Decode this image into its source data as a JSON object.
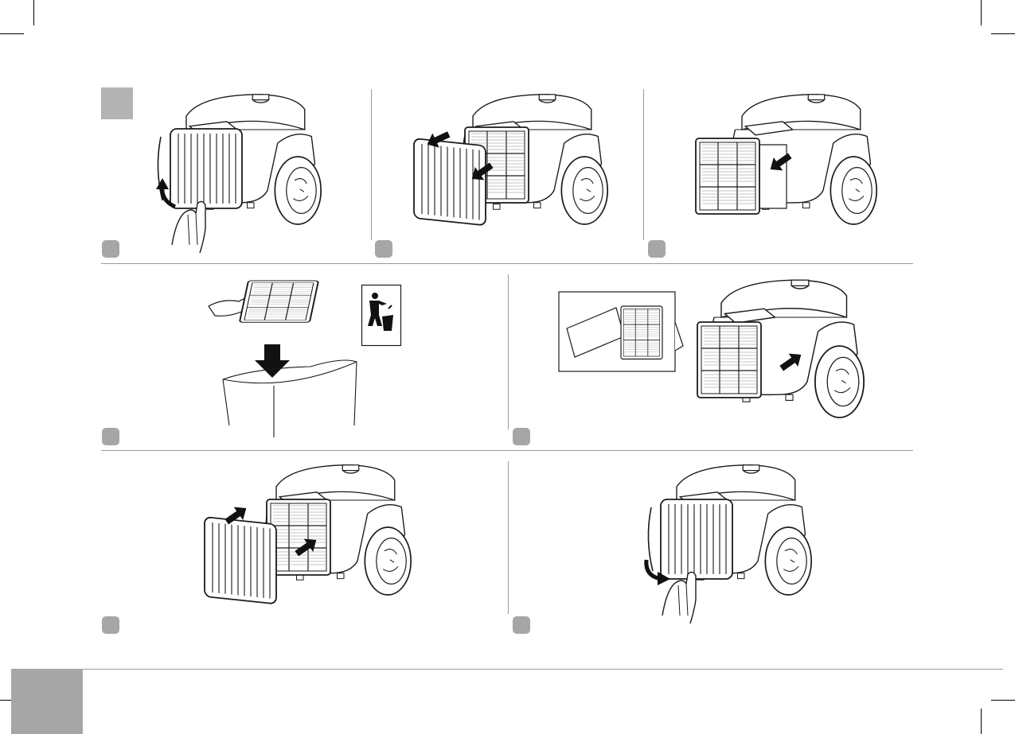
{
  "document": {
    "type": "instruction-manual-page",
    "steps": [
      {
        "id": 1,
        "icons": [
          "hand-icon",
          "curved-arrow-icon"
        ]
      },
      {
        "id": 2,
        "icons": [
          "straight-arrow-icon",
          "straight-arrow-icon"
        ]
      },
      {
        "id": 3,
        "icons": [
          "straight-arrow-icon"
        ]
      },
      {
        "id": 4,
        "icons": [
          "hand-icon",
          "down-arrow-icon",
          "waste-bin-icon",
          "recycle-symbol-icon"
        ]
      },
      {
        "id": 5,
        "icons": [
          "straight-arrow-icon",
          "filter-detail-icon"
        ]
      },
      {
        "id": 6,
        "icons": [
          "straight-arrow-icon",
          "straight-arrow-icon"
        ]
      },
      {
        "id": 7,
        "icons": [
          "hand-icon",
          "curved-arrow-icon"
        ]
      }
    ],
    "colors": {
      "badge": "#a6a6a6",
      "tab": "#b3b3b3",
      "divider": "#9a9a9a",
      "ink": "#1a1a1a"
    }
  }
}
